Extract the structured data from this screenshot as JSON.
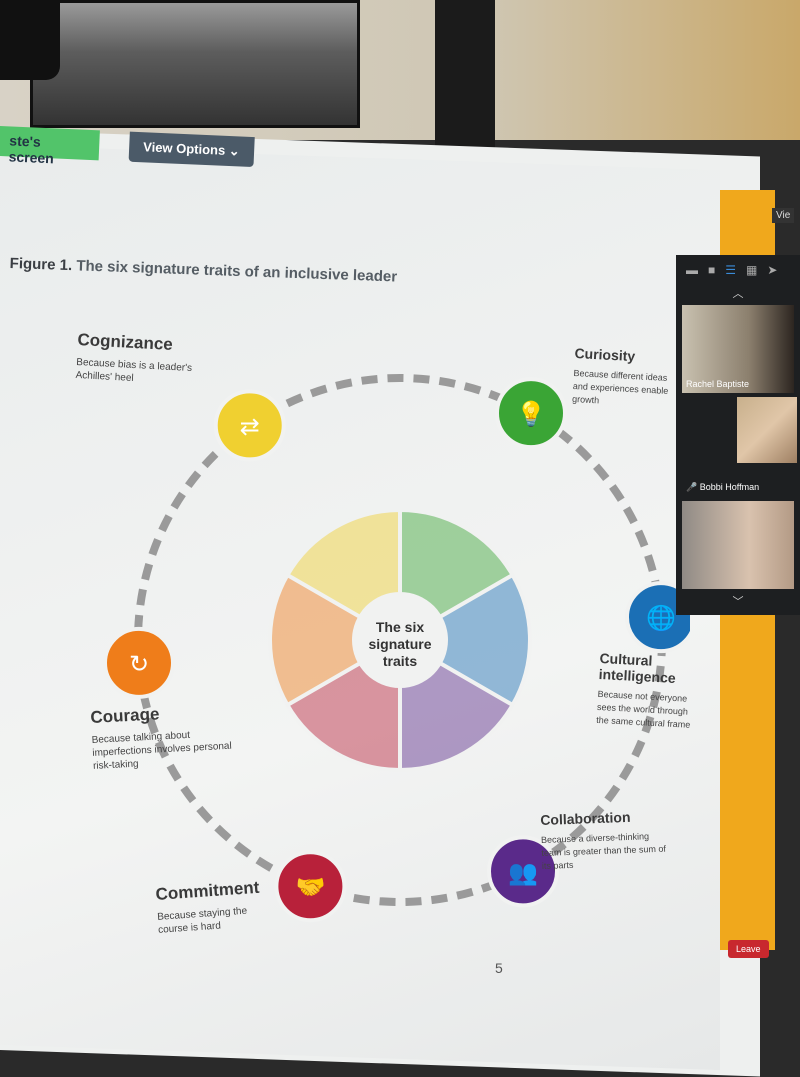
{
  "zoom": {
    "share_label": "ste's screen",
    "view_options": "View Options",
    "view_button": "Vie",
    "leave": "Leave",
    "participants": [
      "Rachel Baptiste",
      "Bobbi Hoffman",
      ""
    ]
  },
  "slide": {
    "figure_label": "Figure 1.",
    "figure_title": "The six signature traits of an inclusive leader",
    "center_text": [
      "The six",
      "signature",
      "traits"
    ],
    "page_number": "5",
    "traits": [
      {
        "name": "Cognizance",
        "desc": "Because bias is a leader's Achilles' heel",
        "color": "#f0d030"
      },
      {
        "name": "Curiosity",
        "desc": "Because different ideas and experiences enable growth",
        "color": "#3aa535"
      },
      {
        "name": "Cultural intelligence",
        "desc": "Because not everyone sees the world through the same cultural frame",
        "color": "#1b6fb5"
      },
      {
        "name": "Collaboration",
        "desc": "Because a diverse-thinking team is greater than the sum of its parts",
        "color": "#5a2a8a"
      },
      {
        "name": "Commitment",
        "desc": "Because staying the course is hard",
        "color": "#b8213a"
      },
      {
        "name": "Courage",
        "desc": "Because talking about imperfections involves personal risk-taking",
        "color": "#ef7d1a"
      }
    ]
  }
}
